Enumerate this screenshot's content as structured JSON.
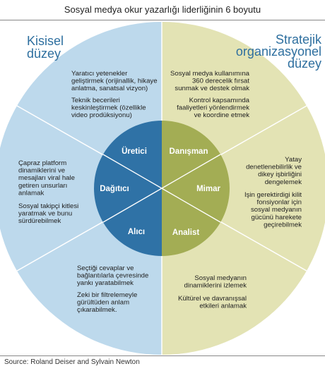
{
  "title": "Sosyal medya okur yazarlığı liderliğinin 6 boyutu",
  "source": "Source: Roland Deiser and Sylvain Newton",
  "colors": {
    "left_outer": "#bdd9ec",
    "right_outer": "#e3e3b4",
    "left_inner": "#2f72a6",
    "right_inner": "#a3ad54",
    "title_blue": "#2e6f9f"
  },
  "levels": {
    "left": [
      "Kisisel",
      "düzey"
    ],
    "right": [
      "Stratejik",
      "organizasyonel",
      "düzey"
    ]
  },
  "roles": {
    "ureteci": "Üretici",
    "dagitici": "Dağıtıcı",
    "alici": "Alıcı",
    "danisman": "Danışman",
    "mimar": "Mimar",
    "analist": "Analist"
  },
  "descriptions": {
    "ureteci_1": [
      "Yaratıcı yetenekler",
      "geliştirmek (orijinallik, hikaye",
      "anlatma, sanatsal vizyon)"
    ],
    "ureteci_2": [
      "Teknik becerileri",
      "keskinleştirmek (özellikle",
      "video prodüksiyonu)"
    ],
    "dagitici_1": [
      "Çapraz platform",
      "dinamiklerini ve",
      "mesajları viral hale",
      "getiren unsurları",
      "anlamak"
    ],
    "dagitici_2": [
      "Sosyal takipçi kitlesi",
      "yaratmak ve bunu",
      "sürdürebilmek"
    ],
    "alici_1": [
      "Seçtiği cevaplar ve",
      "bağlantılarla çevresinde",
      "yankı yaratabilmek"
    ],
    "alici_2": [
      "Zeki bir filtrelemeyle",
      "gürültüden anlam",
      "çıkarabilmek."
    ],
    "danisman_1": [
      "Sosyal medya kullanımına",
      "360 derecelik fırsat",
      "sunmak ve destek olmak"
    ],
    "danisman_2": [
      "Kontrol kapsamında",
      "faaliyetleri yönlendirmek",
      "ve koordine etmek"
    ],
    "mimar_1": [
      "Yatay",
      "denetlenebilirlik ve",
      "dikey işbirliğini",
      "dengelemek"
    ],
    "mimar_2": [
      "Işin gerektirdigi kilit",
      "fonsiyonlar için",
      "sosyal medyanın",
      "gücünü harekete",
      "geçirebilmek"
    ],
    "analist_1": [
      "Sosyal medyanın",
      "dinamiklerini izlemek"
    ],
    "analist_2": [
      "Kültürel ve davranışsal",
      "etkileri anlamak"
    ]
  }
}
